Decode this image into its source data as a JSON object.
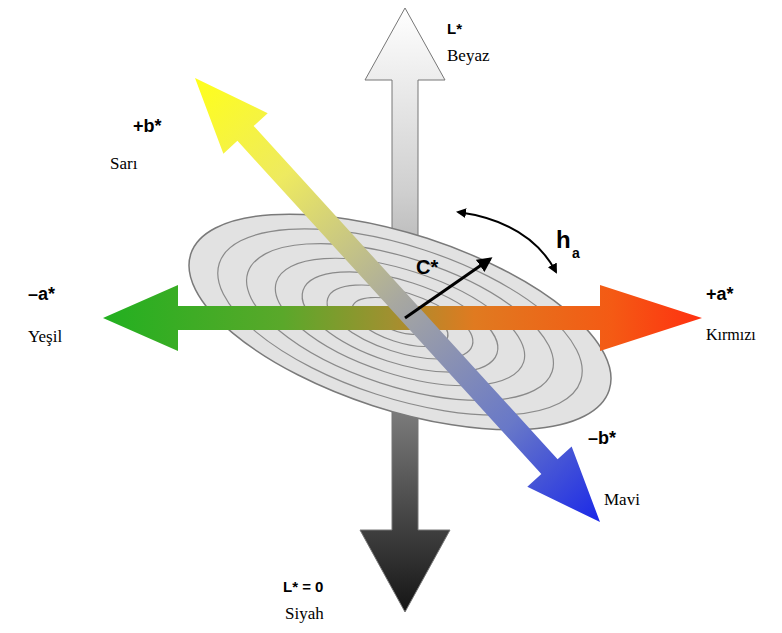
{
  "diagram": {
    "labels": [
      "L*",
      "Beyaz",
      "+b*",
      "Sarı",
      "–a*",
      "Yeşil",
      "C*",
      "h",
      "a",
      "+a*",
      "Kırmızı",
      "–b*",
      "Mavi",
      "L* = 0",
      "Siyah"
    ]
  }
}
